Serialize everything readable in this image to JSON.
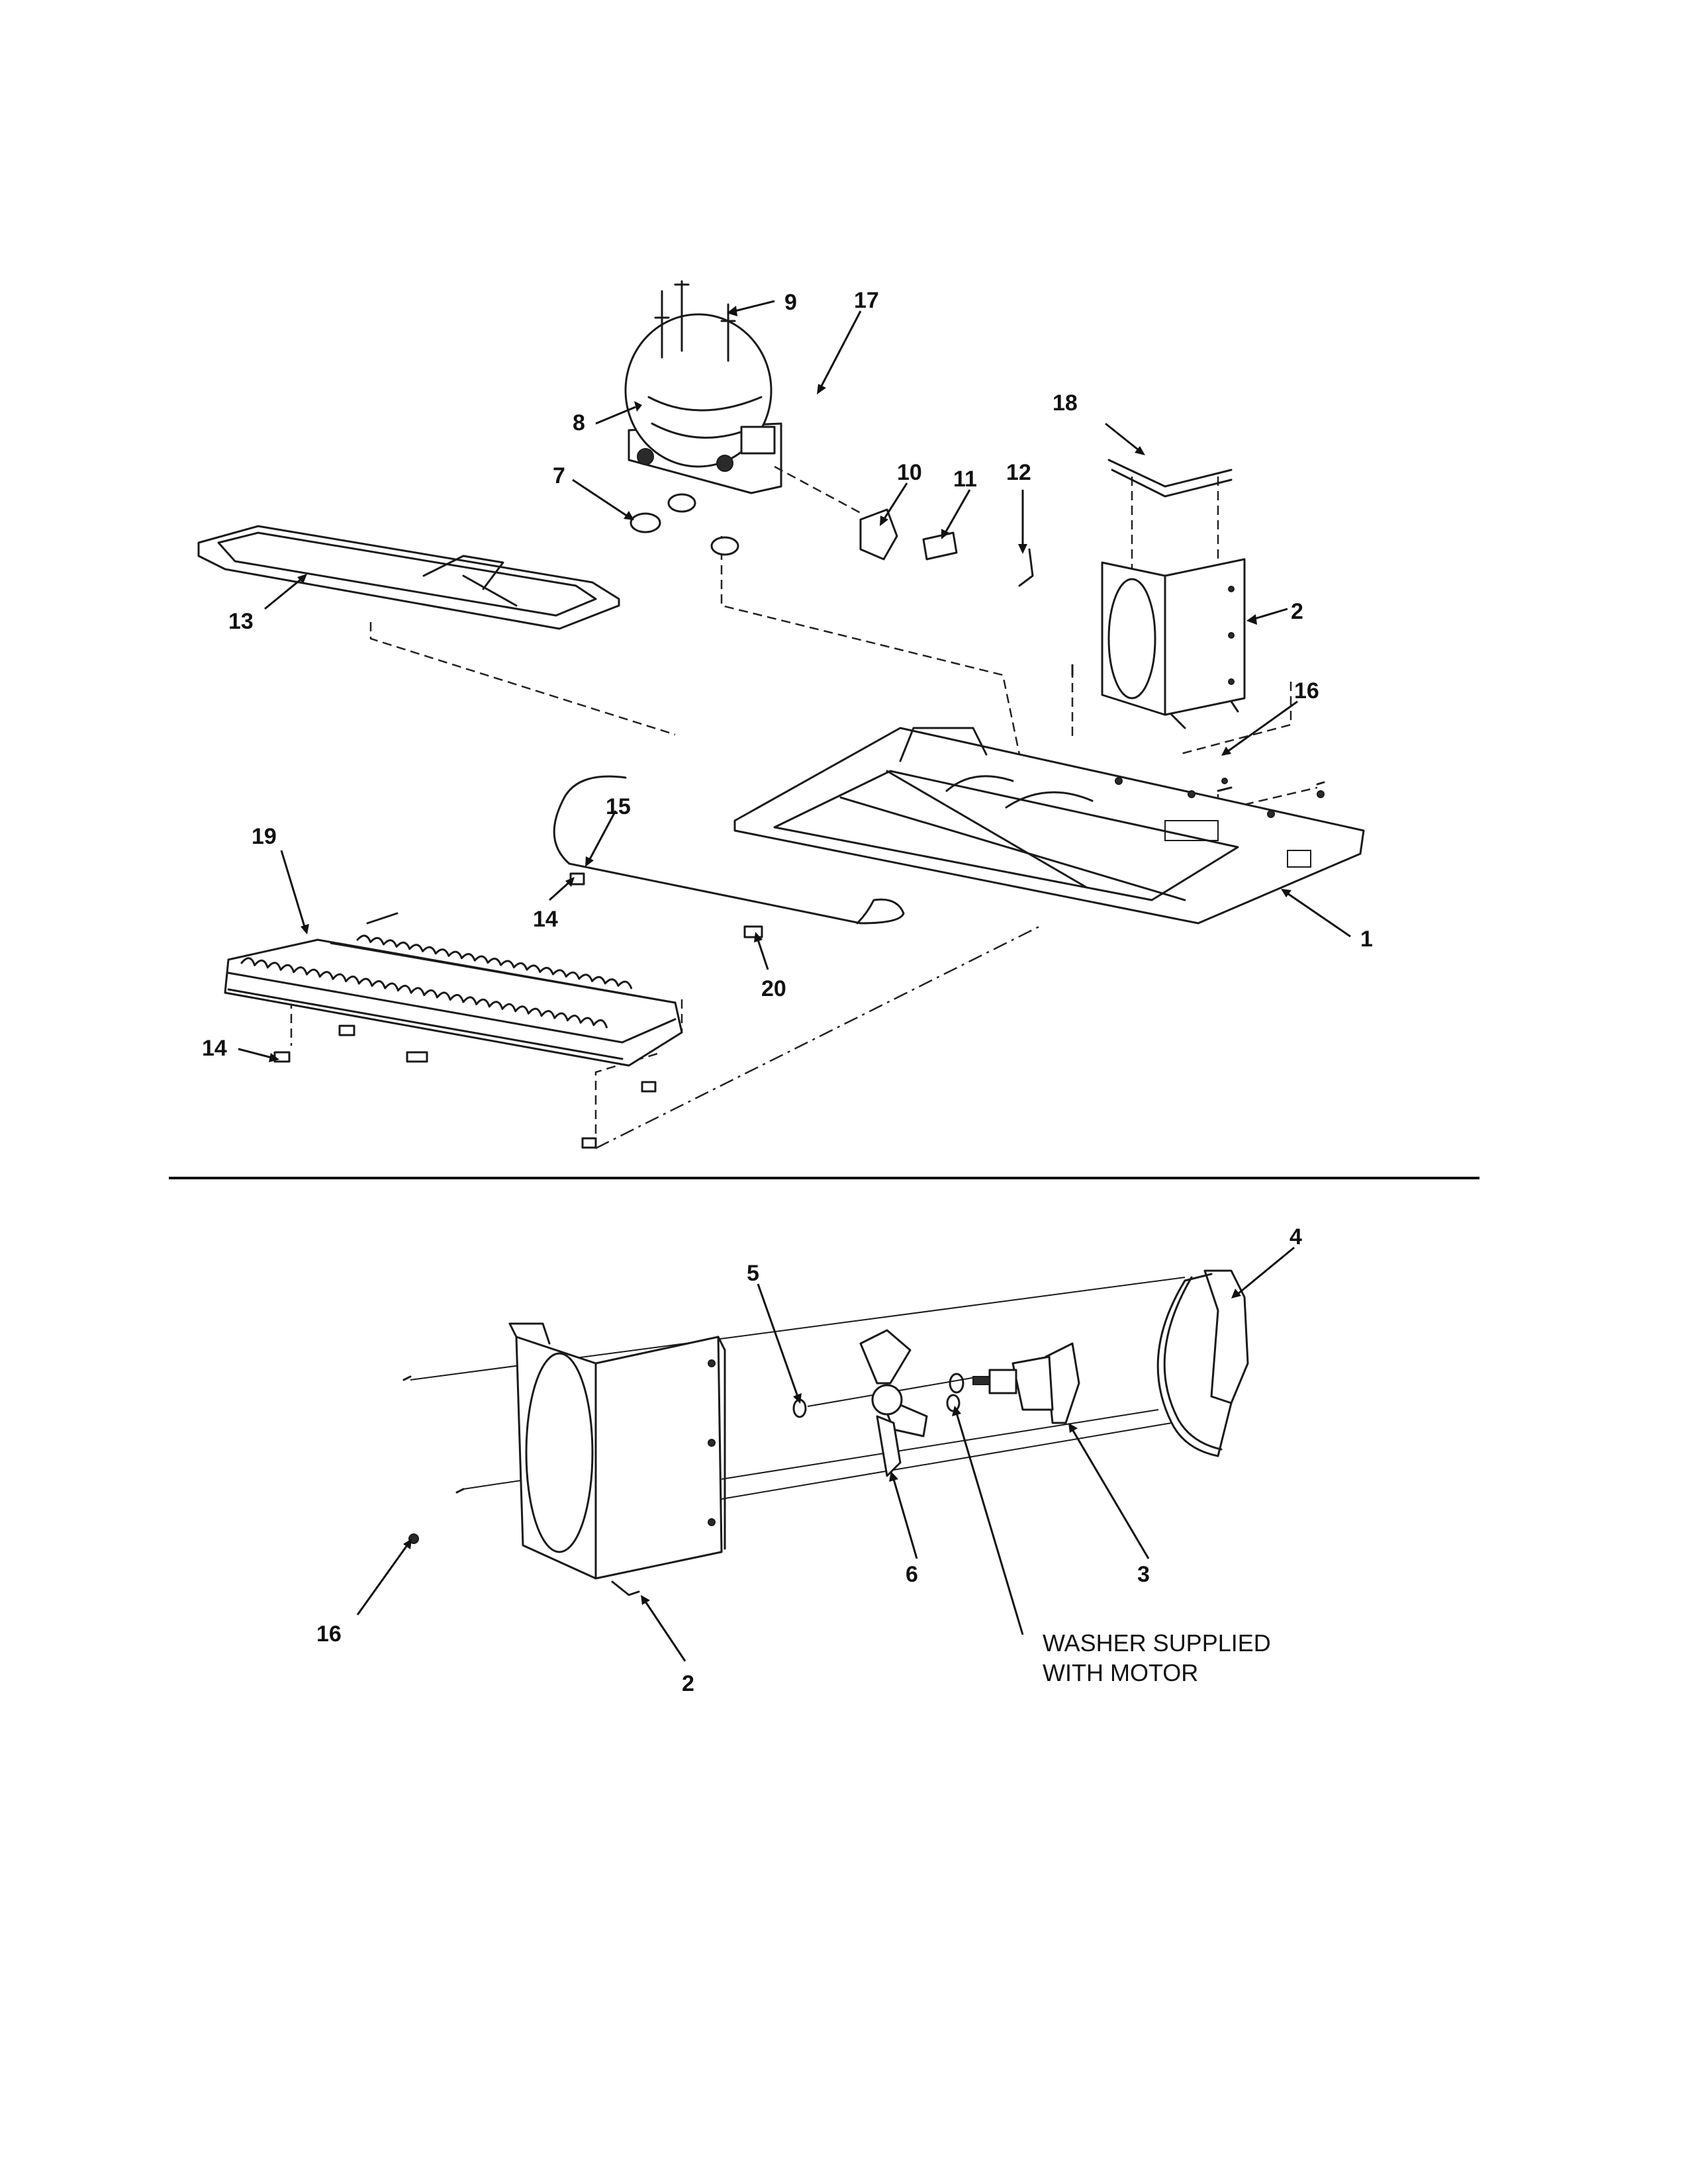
{
  "top_view": {
    "callouts": [
      "9",
      "17",
      "8",
      "7",
      "10",
      "11",
      "12",
      "18",
      "13",
      "2",
      "16",
      "15",
      "19",
      "14",
      "14",
      "20",
      "1"
    ]
  },
  "bottom_view": {
    "callouts": [
      "4",
      "5",
      "6",
      "3",
      "16",
      "2"
    ],
    "note_line1": "WASHER SUPPLIED",
    "note_line2": "WITH MOTOR"
  }
}
